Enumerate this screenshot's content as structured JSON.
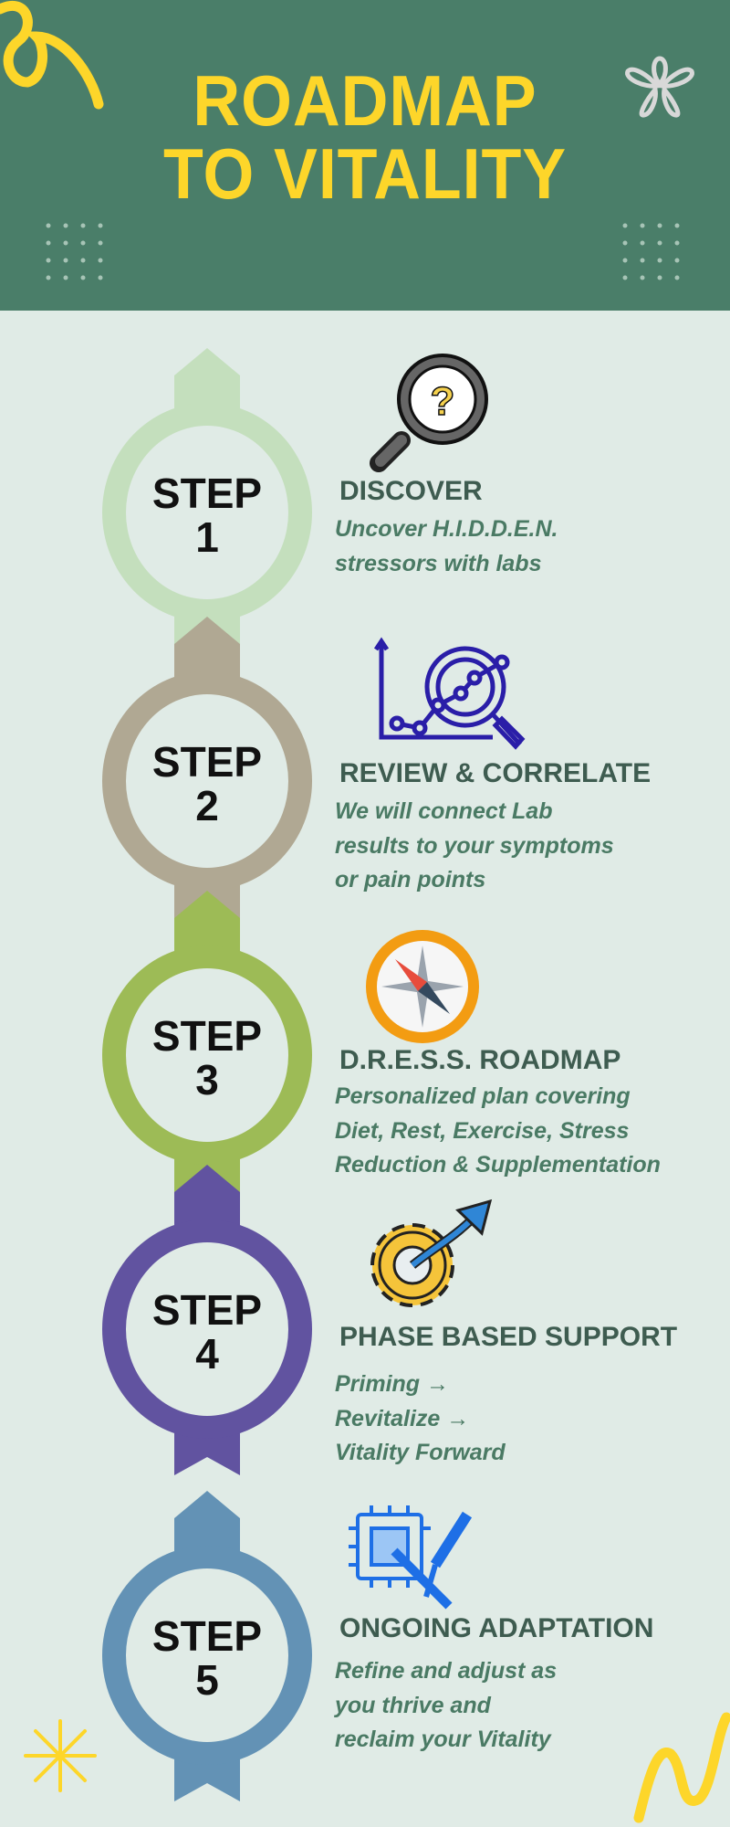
{
  "header": {
    "title_line1": "ROADMAP",
    "title_line2": "TO VITALITY"
  },
  "colors": {
    "header_bg": "#4a7e69",
    "title": "#fdd62a",
    "page_bg": "#e0ebe6"
  },
  "steps": [
    {
      "label": "STEP",
      "number": "1",
      "heading": "DISCOVER",
      "desc": [
        "Uncover H.I.D.D.E.N.",
        "stressors with labs"
      ],
      "color": "#c4dfbd",
      "icon": "magnifier-question-icon"
    },
    {
      "label": "STEP",
      "number": "2",
      "heading": "REVIEW & CORRELATE",
      "desc": [
        "We will connect Lab",
        "results to your symptoms",
        "or pain points"
      ],
      "color": "#b0a893",
      "icon": "chart-magnifier-icon"
    },
    {
      "label": "STEP",
      "number": "3",
      "heading": "D.R.E.S.S.  ROADMAP",
      "desc": [
        "Personalized plan covering",
        "Diet, Rest, Exercise, Stress",
        "Reduction & Supplementation"
      ],
      "color": "#9dbb56",
      "icon": "compass-icon"
    },
    {
      "label": "STEP",
      "number": "4",
      "heading": "PHASE BASED SUPPORT",
      "desc": [
        "Priming →",
        "Revitalize →",
        "Vitality Forward"
      ],
      "color": "#6153a0",
      "icon": "gear-arrow-icon"
    },
    {
      "label": "STEP",
      "number": "5",
      "heading": "ONGOING ADAPTATION",
      "desc": [
        "Refine and adjust as",
        "you thrive and",
        "reclaim your Vitality"
      ],
      "color": "#6392b5",
      "icon": "chip-tools-icon"
    }
  ]
}
